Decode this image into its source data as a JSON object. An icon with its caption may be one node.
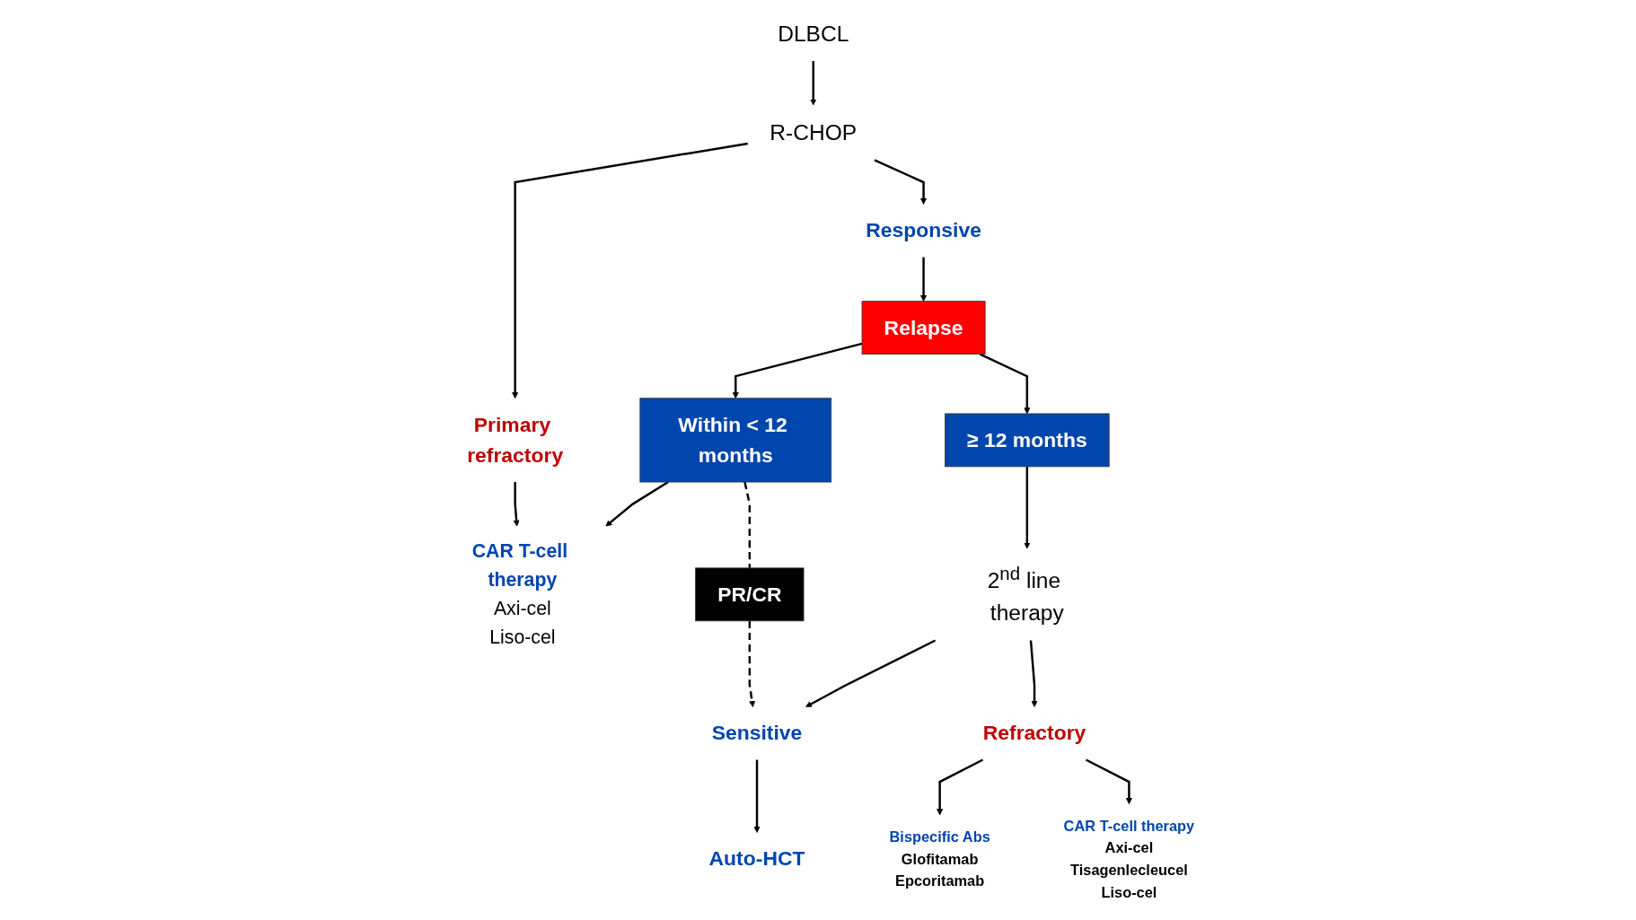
{
  "diagram": {
    "nodes": [
      {
        "text": [
          "DLBCL"
        ]
      },
      {
        "text": [
          "R-CHOP"
        ]
      },
      {
        "text": [
          "Primary refractory"
        ]
      },
      {
        "text": [
          "Responsive"
        ]
      },
      {
        "text": [
          "Relapse"
        ]
      },
      {
        "text": [
          "Within < 12 months"
        ]
      },
      {
        "text": [
          "≥ 12 months"
        ]
      },
      {
        "text": [
          "2$^{nd}$ line therapy"
        ]
      },
      {
        "text": [
          "PR/CR"
        ]
      },
      {
        "text": [
          "Sensitive"
        ]
      },
      {
        "text": [
          "Refractory"
        ]
      },
      {
        "text": [
          "CAR T-cell therapy",
          "Axi-cel",
          "Liso-cel"
        ]
      },
      {
        "text": [
          "Auto-HCT"
        ]
      },
      {
        "text": [
          "Bispecific Abs",
          "Glofitamab",
          "Epcoritamab"
        ]
      },
      {
        "text": [
          "CAR T-cell therapy",
          "Axi-cel",
          "Tisagenlecleucel",
          "Liso-cel"
        ]
      }
    ],
    "edges": [
      {
        "from": 0,
        "to": 1,
        "arrow": "to"
      },
      {
        "from": 1,
        "to": 2,
        "arrow": "to"
      },
      {
        "from": 1,
        "to": 3,
        "arrow": "to"
      },
      {
        "from": 3,
        "to": 4,
        "arrow": "to"
      },
      {
        "from": 4,
        "to": 5,
        "arrow": "to"
      },
      {
        "from": 4,
        "to": 6,
        "arrow": "to"
      },
      {
        "from": 2,
        "to": 11,
        "arrow": "to"
      },
      {
        "from": 5,
        "to": 11,
        "arrow": "to"
      },
      {
        "from": 5,
        "to": 8,
        "arrow": "none",
        "style": "dashed"
      },
      {
        "from": 8,
        "to": 9,
        "arrow": "to",
        "style": "dashed"
      },
      {
        "from": 6,
        "to": 7,
        "arrow": "to"
      },
      {
        "from": 7,
        "to": 9,
        "arrow": "to"
      },
      {
        "from": 7,
        "to": 10,
        "arrow": "to"
      },
      {
        "from": 9,
        "to": 12,
        "arrow": "to"
      },
      {
        "from": 10,
        "to": 13,
        "arrow": "to"
      },
      {
        "from": 10,
        "to": 14,
        "arrow": "to"
      }
    ]
  }
}
